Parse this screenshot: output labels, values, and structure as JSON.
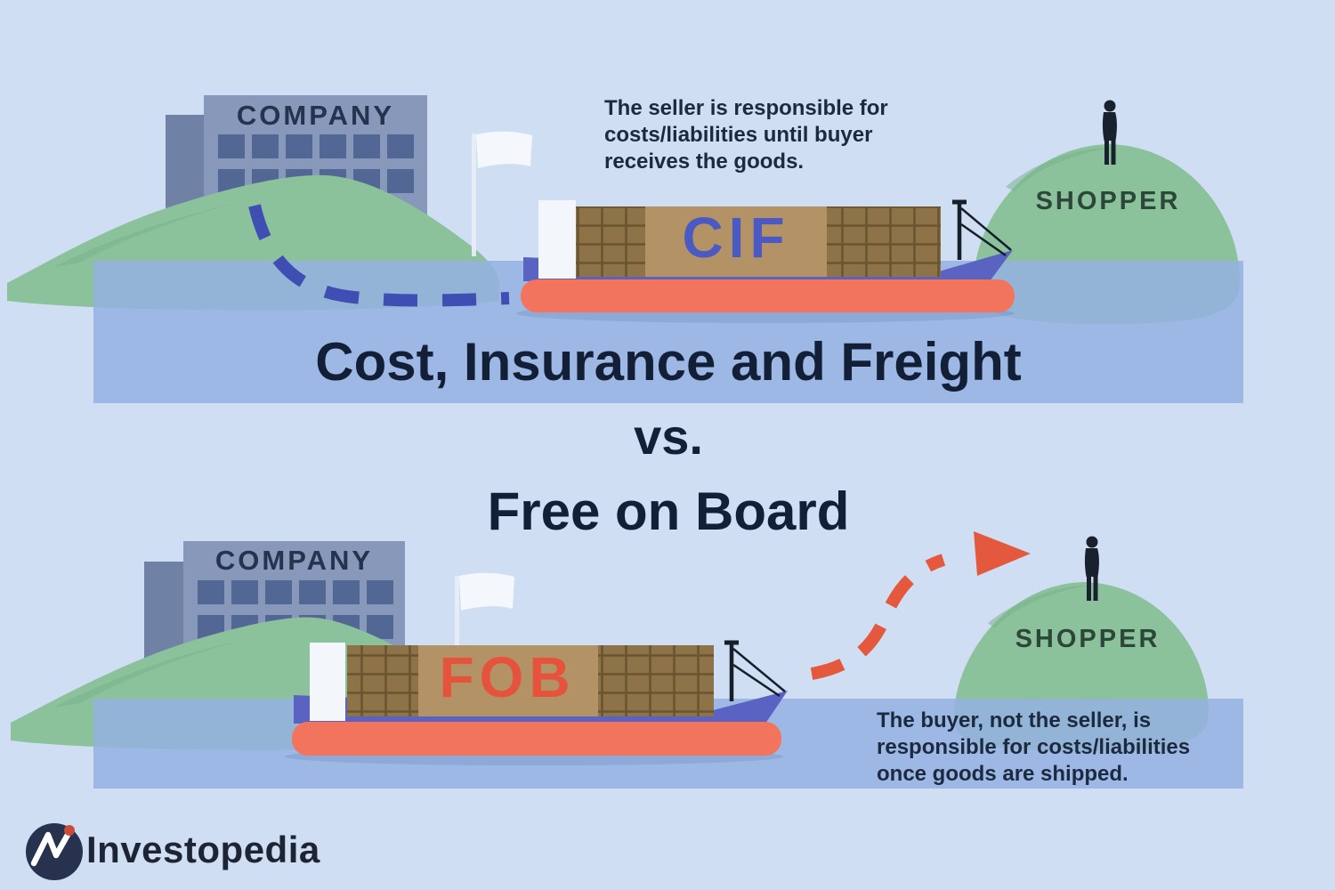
{
  "title": {
    "line1": "Cost, Insurance and Freight",
    "vs": "vs.",
    "line2": "Free on Board"
  },
  "cif_section": {
    "company_label": "COMPANY",
    "ship_label": "CIF",
    "shopper_label": "SHOPPER",
    "note_lines": [
      "The seller is responsible for",
      "costs/liabilities until buyer",
      "receives the goods."
    ]
  },
  "fob_section": {
    "company_label": "COMPANY",
    "ship_label": "FOB",
    "shopper_label": "SHOPPER",
    "note_lines": [
      "The buyer, not the seller, is",
      "responsible for costs/liabilities",
      "once goods are shipped."
    ]
  },
  "brand": {
    "wordmark": "Investopedia"
  },
  "colors": {
    "background": "#cfdef3",
    "water": "#9bb7e2",
    "island-green": "#8bc29b",
    "building-main": "#8798ba",
    "building-side": "#6f82a6",
    "window-blue": "#4d6290",
    "hull-orange": "#f3745c",
    "hull-blue": "#5a63c2",
    "container-brown": "#b39366",
    "container-grid": "#8d7347",
    "grid-line": "#63502c",
    "flag-white": "#f4f7fb",
    "cif-blue": "#4b59c3",
    "fob-red": "#e5533c",
    "dash-blue": "#3e4eb3",
    "arrow-red": "#e4593d",
    "text-navy": "#1c2a40",
    "logo-navy": "#26324e",
    "logo-dot-red": "#cc4b38"
  }
}
